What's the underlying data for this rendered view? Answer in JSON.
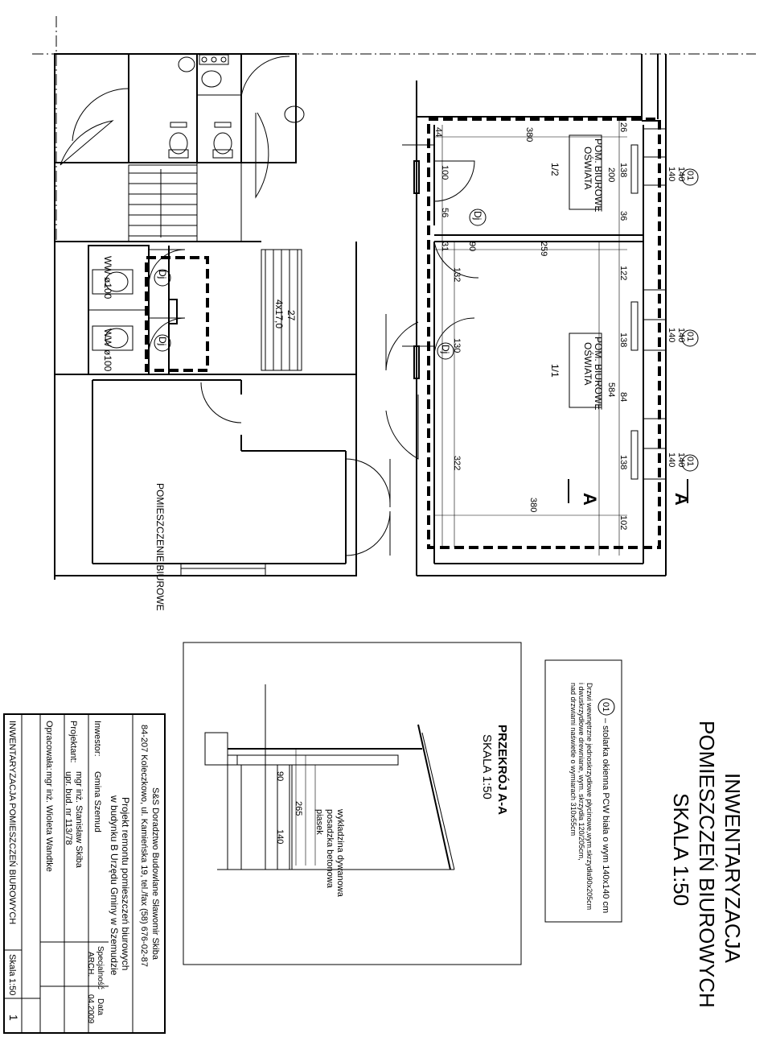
{
  "title": {
    "line1": "INWENTARYZACJA",
    "line2": "POMIESZCZEŃ BIUROWYCH",
    "line3": "SKALA 1:50"
  },
  "legend": {
    "symbol": "01",
    "line1": "– stolarka okienna PCW biała o wym 140x140 cm",
    "line2": "Drzwi wewnętrzne jednoskrzydłowe płycinowe,wym.skrzydła90x205cm",
    "line3": "i dwuskrzydłowe drewniane, wym. skrzydła 120/205cm,",
    "line4": "nad drzwiami naświetle o wymiarach 310x55cm"
  },
  "section": {
    "title": "PRZEKRÓJ A-A",
    "scale": "SKALA 1:50",
    "dims": [
      "90",
      "140",
      "265"
    ],
    "layers": [
      "wykładzina dywanowa",
      "posadzka betonowa",
      "piasek"
    ]
  },
  "plan": {
    "rooms": [
      {
        "id": "1/2",
        "name_line1": "POM. BIUROWE",
        "name_line2": "OŚWIATA"
      },
      {
        "id": "1/1",
        "name_line1": "POM. BIUROWE",
        "name_line2": "OŚWIATA"
      }
    ],
    "office_label": "POMIESZCZENIE BIUROWE",
    "wc1": "WW ø100",
    "wc2": "WW ø100",
    "door": "Dj",
    "stairs": [
      "4x17,0",
      "27"
    ],
    "section_marker": "A",
    "window_marks": [
      {
        "w": "140",
        "h": "140",
        "sym": "01"
      },
      {
        "w": "140",
        "h": "140",
        "sym": "01"
      },
      {
        "w": "140",
        "h": "140",
        "sym": "01"
      }
    ],
    "dims_left": [
      "44",
      "100",
      "56",
      "31",
      "132",
      "130",
      "322"
    ],
    "dims_top": [
      "380",
      "90",
      "259",
      "380"
    ],
    "dims_inner": [
      "200",
      "584"
    ],
    "dims_right": [
      "26",
      "138",
      "36",
      "122",
      "138",
      "84",
      "138",
      "102"
    ]
  },
  "titleblock": {
    "company": "S&S Doradztwo Budowlane Sławomir Skiba",
    "address": "84-207 Koleczkowo, ul. Kamieńska 19, tel./fax (58) 676-02-87",
    "project1": "Projekt remontu pomieszczeń biurowych",
    "project2": "w budynku B Urzędu Gminy w Szemudzie",
    "investor_label": "Inwestor:",
    "investor": "Gmina Szemud",
    "designer_label": "Projektant:",
    "designer1": "mgr inż. Stanisław Skiba",
    "designer2": "upr. bud. nr 113/78",
    "prepared_label": "Opracowała:",
    "prepared": "mgr inż. Wioleta Wandtke",
    "spec_label": "Specjalność",
    "spec": "ARCH.",
    "date_label": "Data",
    "date": "04.2009",
    "drawing_title": "INWENTARYZACJA POMIESZCZEŃ BIUROWYCH",
    "scale_label": "Skala",
    "scale": "1:50",
    "sheet": "1"
  }
}
